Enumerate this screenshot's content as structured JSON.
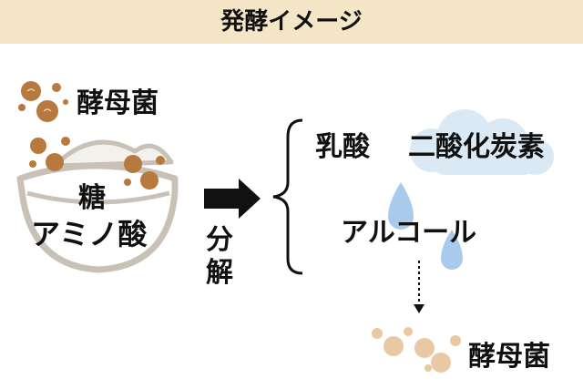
{
  "header": {
    "title": "発酵イメージ"
  },
  "inputs": {
    "yeast_label": "酵母菌",
    "sugar_label": "糖",
    "amino_label": "アミノ酸"
  },
  "process": {
    "decompose_line1": "分",
    "decompose_line2": "解"
  },
  "outputs": {
    "lactic_acid": "乳酸",
    "co2": "二酸化炭素",
    "alcohol": "アルコール",
    "yeast_label": "酵母菌"
  },
  "colors": {
    "header_bg": "#f5e6c8",
    "yeast_dark": "#b7793e",
    "yeast_light": "#e8c9a4",
    "bowl_stroke": "#c9c1b6",
    "cloud": "#dbe9f5",
    "drop": "#a9cbeb"
  }
}
